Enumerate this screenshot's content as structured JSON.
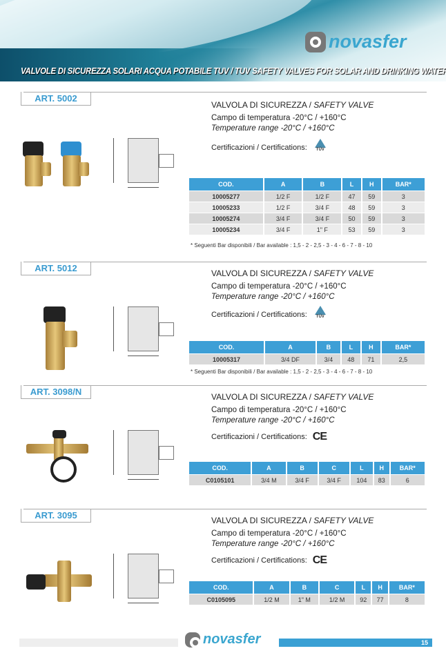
{
  "brand": "novasfer",
  "headline": "VALVOLE DI SICUREZZA SOLARI ACQUA POTABILE TUV / TUV SAFETY VALVES FOR SOLAR AND DRINKING WATER",
  "common": {
    "title_it": "VALVOLA DI SICUREZZA / ",
    "title_en": "SAFETY VALVE",
    "temp_it": "Campo di temperatura -20°C / +160°C",
    "temp_en": "Temperature range -20°C / +160°C",
    "cert_label": "Certificazioni / Certifications:",
    "tuv": "TÜV",
    "ce": "CE",
    "note": "* Seguenti Bar disponibili / Bar available : 1,5 - 2 - 2,5 - 3 - 4 - 6 - 7 - 8 - 10"
  },
  "sections": [
    {
      "art": "ART. 5002",
      "cert": "TUV",
      "headers": [
        "COD.",
        "A",
        "B",
        "L",
        "H",
        "BAR*"
      ],
      "rows": [
        [
          "10005277",
          "1/2 F",
          "1/2 F",
          "47",
          "59",
          "3"
        ],
        [
          "10005233",
          "1/2 F",
          "3/4 F",
          "48",
          "59",
          "3"
        ],
        [
          "10005274",
          "3/4 F",
          "3/4 F",
          "50",
          "59",
          "3"
        ],
        [
          "10005234",
          "3/4 F",
          "1\" F",
          "53",
          "59",
          "3"
        ]
      ]
    },
    {
      "art": "ART. 5012",
      "cert": "TUV",
      "headers": [
        "COD.",
        "A",
        "B",
        "L",
        "H",
        "BAR*"
      ],
      "rows": [
        [
          "10005317",
          "3/4 DF",
          "3/4",
          "48",
          "71",
          "2,5"
        ]
      ]
    },
    {
      "art": "ART. 3098/N",
      "cert": "CE",
      "headers": [
        "COD.",
        "A",
        "B",
        "C",
        "L",
        "H",
        "BAR*"
      ],
      "rows": [
        [
          "C0105101",
          "3/4 M",
          "3/4 F",
          "3/4 F",
          "104",
          "83",
          "6"
        ]
      ]
    },
    {
      "art": "ART. 3095",
      "cert": "CE",
      "headers": [
        "COD.",
        "A",
        "B",
        "C",
        "L",
        "H",
        "BAR*"
      ],
      "rows": [
        [
          "C0105095",
          "1/2 M",
          "1\" M",
          "1/2 M",
          "92",
          "77",
          "8"
        ]
      ]
    }
  ],
  "page_number": "15"
}
